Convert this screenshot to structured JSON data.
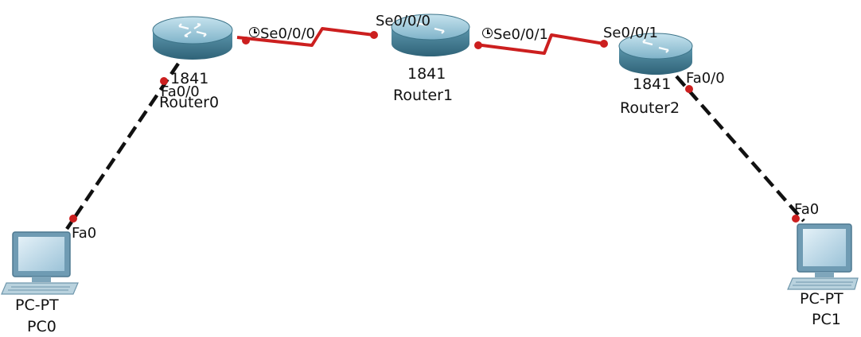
{
  "devices": {
    "router0": {
      "model": "1841",
      "name": "Router0"
    },
    "router1": {
      "model": "1841",
      "name": "Router1"
    },
    "router2": {
      "model": "1841",
      "name": "Router2"
    },
    "pc0": {
      "model": "PC-PT",
      "name": "PC0"
    },
    "pc1": {
      "model": "PC-PT",
      "name": "PC1"
    }
  },
  "ports": {
    "router0_fa": "Fa0/0",
    "router0_se": "Se0/0/0",
    "router1_se0": "Se0/0/0",
    "router1_se1": "Se0/0/1",
    "router2_se": "Se0/0/1",
    "router2_fa": "Fa0/0",
    "pc0_fa": "Fa0",
    "pc1_fa": "Fa0"
  },
  "links": [
    {
      "from": "Router0",
      "to": "Router1",
      "type": "serial-dce",
      "color": "#cc1f1f"
    },
    {
      "from": "Router1",
      "to": "Router2",
      "type": "serial-dce",
      "color": "#cc1f1f"
    },
    {
      "from": "Router0",
      "to": "PC0",
      "type": "copper-crossover",
      "color": "#111111"
    },
    {
      "from": "Router2",
      "to": "PC1",
      "type": "copper-crossover",
      "color": "#111111"
    }
  ],
  "colors": {
    "serial_link": "#cc1f1f",
    "ethernet_link": "#111111",
    "port_dot": "#cc1f1f",
    "router_body": "#4f8fa6",
    "pc_body": "#a9c4d4"
  }
}
